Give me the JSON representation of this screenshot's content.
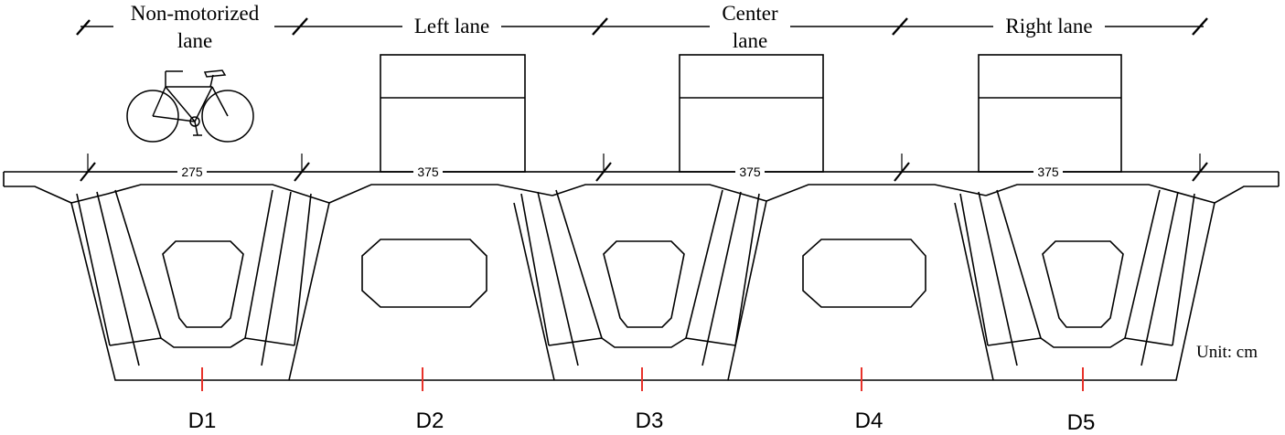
{
  "lanes": {
    "non_motorized_line1": "Non-motorized",
    "non_motorized_line2": "lane",
    "left": "Left lane",
    "center_line1": "Center",
    "center_line2": "lane",
    "right": "Right lane"
  },
  "dimensions": {
    "non_motorized_width": "275",
    "left_width": "375",
    "center_width": "375",
    "right_width": "375"
  },
  "unit_label": "Unit: cm",
  "girders": {
    "d1": "D1",
    "d2": "D2",
    "d3": "D3",
    "d4": "D4",
    "d5": "D5"
  },
  "colors": {
    "line": "#000000",
    "marker": "#e8322a"
  },
  "icons": {
    "bicycle": "bicycle-icon",
    "truck": "truck-load-icon"
  }
}
